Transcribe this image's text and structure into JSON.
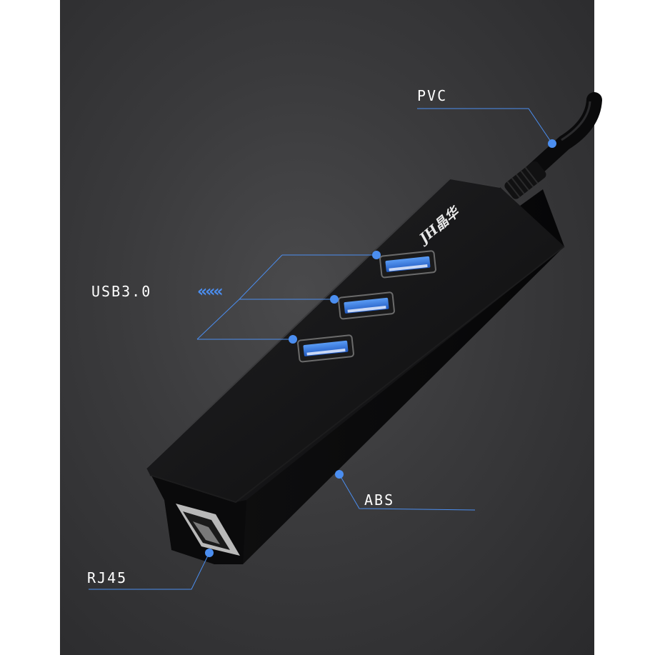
{
  "labels": {
    "pvc": "PVC",
    "usb": "USB3.0",
    "abs": "ABS",
    "rj45": "RJ45",
    "brand": "JH晶华"
  },
  "chevron_glyph": "«««",
  "colors": {
    "accent": "#4b8ef0",
    "background": "#3a3a3c",
    "device_body": "#0e0e0f",
    "usb_port": "#2f6fd6"
  }
}
